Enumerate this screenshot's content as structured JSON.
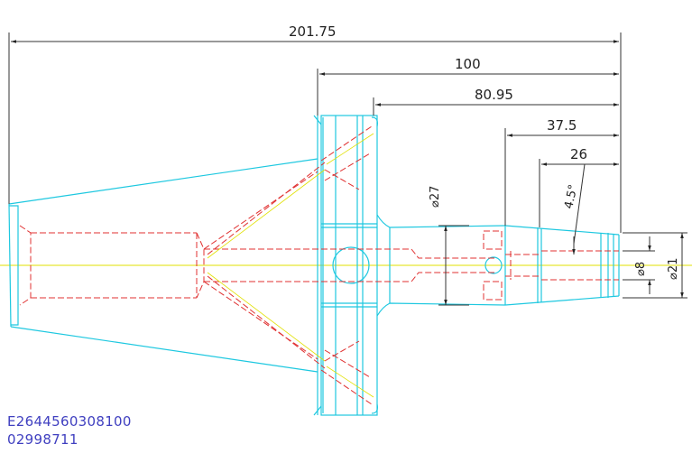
{
  "dimensions": {
    "overall_length": "201.75",
    "length_100": "100",
    "length_80_95": "80.95",
    "length_37_5": "37.5",
    "length_26": "26",
    "angle": "4.5°",
    "dia_27": "⌀27",
    "dia_8": "⌀8",
    "dia_21": "⌀21"
  },
  "codes": {
    "part_number": "E2644560308100",
    "code_2": "02998711"
  },
  "colors": {
    "outline": "#1ec8e0",
    "hidden": "#e03030",
    "centerline": "#e0e000",
    "dimension": "#333333",
    "text_code": "#4040c0"
  }
}
